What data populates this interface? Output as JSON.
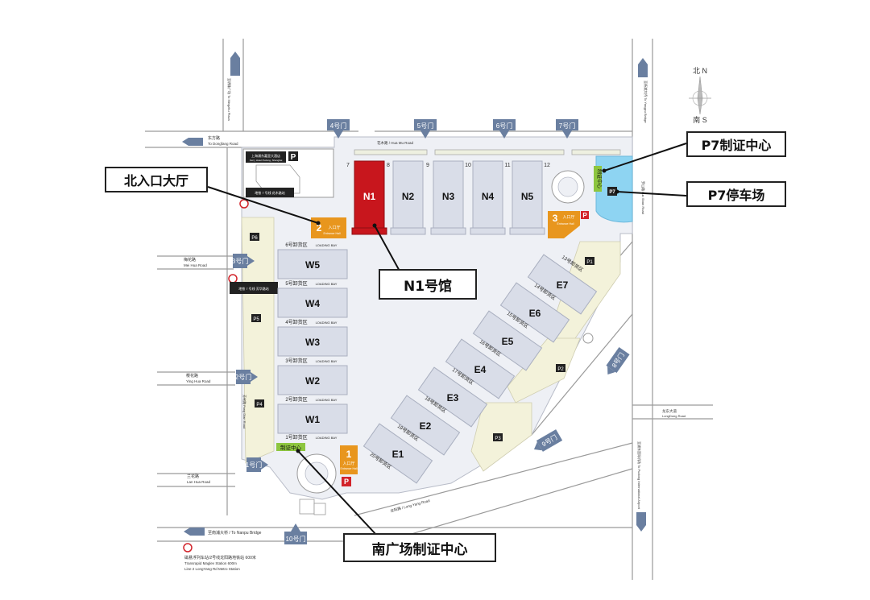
{
  "compass": {
    "north": "北 N",
    "south": "南 S"
  },
  "roads": {
    "dongfang_zh": "东方路",
    "dongfang_en": "To Dongfang Road",
    "huamu": "花木路 / Hua Mu Road",
    "meihua_zh": "梅花路",
    "meihua_en": "Mei Hua Road",
    "yinghua_zh": "樱花路",
    "yinghua_en": "Ying Hua Road",
    "lanhua_zh": "兰花路",
    "lanhua_en": "Lan Hua Road",
    "longyang": "龙阳路 / Long Yang Road",
    "longdong_zh": "龙东大道",
    "longdong_en": "LongDong Road",
    "nanpu": "至南浦大桥 / To Nanpu Bridge"
  },
  "gates": [
    "1号门",
    "2号门",
    "3号门",
    "4号门",
    "5号门",
    "6号门",
    "7号门",
    "8号门",
    "9号门",
    "10号门"
  ],
  "entrances": {
    "north": {
      "num": "2",
      "zh": "入口厅",
      "en": "Entrance Hall"
    },
    "east": {
      "num": "3",
      "zh": "入口厅",
      "en": "Entrance Hall"
    },
    "south": {
      "num": "1",
      "zh": "入口厅",
      "en": "Entrance Hall"
    }
  },
  "halls_north": [
    "N1",
    "N2",
    "N3",
    "N4",
    "N5"
  ],
  "north_bays": [
    "7",
    "8",
    "9",
    "10",
    "11",
    "12"
  ],
  "halls_west": [
    "W5",
    "W4",
    "W3",
    "W2",
    "W1"
  ],
  "west_bays": [
    "6号卸货区",
    "5号卸货区",
    "4号卸货区",
    "3号卸货区",
    "2号卸货区",
    "1号卸货区"
  ],
  "loading_bay_en": "LOADING BAY",
  "halls_east": [
    "E7",
    "E6",
    "E5",
    "E4",
    "E3",
    "E2",
    "E1"
  ],
  "east_bays": [
    "13号卸货区",
    "14号卸货区",
    "15号卸货区",
    "16号卸货区",
    "17号卸货区",
    "18号卸货区",
    "19号卸货区",
    "20号卸货区"
  ],
  "parking": [
    "P1",
    "P2",
    "P3",
    "P4",
    "P5",
    "P6",
    "P7"
  ],
  "small_labels": {
    "cert_center": "制证中心",
    "metro_top": "地铁 7 号线 花木路站",
    "metro_mid": "地铁 7 号线 芳华路站",
    "maglev_zh": "磁悬浮列车站/2号线龙阳路地铁站 600米",
    "maglev_en1": "Transrapid Maglev Station 600m",
    "maglev_en2": "Line 2 LongYang Rd Metro Station",
    "kerry_zh": "上海浦东嘉里大酒店",
    "kerry_en": "Kerry Hotel Pudong, Shanghai",
    "pudong_airport": "至浦东国际机场 To Pudong International Airport",
    "to_yangpu": "至杨浦大桥 To Yangpu Bridge",
    "to_mingzhu": "至明珠广场 To Mingzhu Plaza",
    "luoshan": "罗山路 Luo Shan Road",
    "fangdian": "芳甸路 Fang Dian Road"
  },
  "callouts": {
    "north_entrance": "北入口大厅",
    "n1": "N1号馆",
    "p7_cert": "P7制证中心",
    "p7_parking": "P7停车场",
    "south_cert": "南广场制证中心"
  },
  "colors": {
    "hall": "#d9dde8",
    "hall_n1": "#c8161d",
    "entrance": "#e8961e",
    "cert": "#8dc63f",
    "p7_lot": "#8ed4f2",
    "green_area": "#f3f2da",
    "gate_arrow": "#6a7fa0"
  }
}
